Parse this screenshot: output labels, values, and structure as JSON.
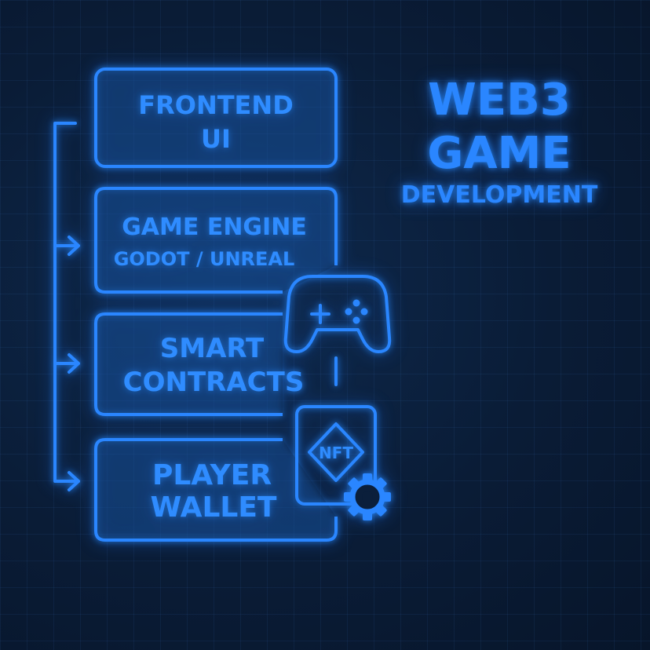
{
  "title": {
    "line1": "WEB3",
    "line2": "GAME",
    "line3": "DEVELOPMENT"
  },
  "boxes": [
    {
      "line1": "FRONTEND",
      "line2": "UI"
    },
    {
      "line1": "GAME ENGINE",
      "line2": "GODOT / UNREAL"
    },
    {
      "line1": "SMART",
      "line2": "CONTRACTS"
    },
    {
      "line1": "PLAYER",
      "line2": "WALLET"
    }
  ],
  "nft_badge": "NFT",
  "colors": {
    "accent": "#2a86ff",
    "background": "#0a1b33"
  },
  "icons": [
    "gamepad-icon",
    "nft-card-icon",
    "gear-icon"
  ]
}
